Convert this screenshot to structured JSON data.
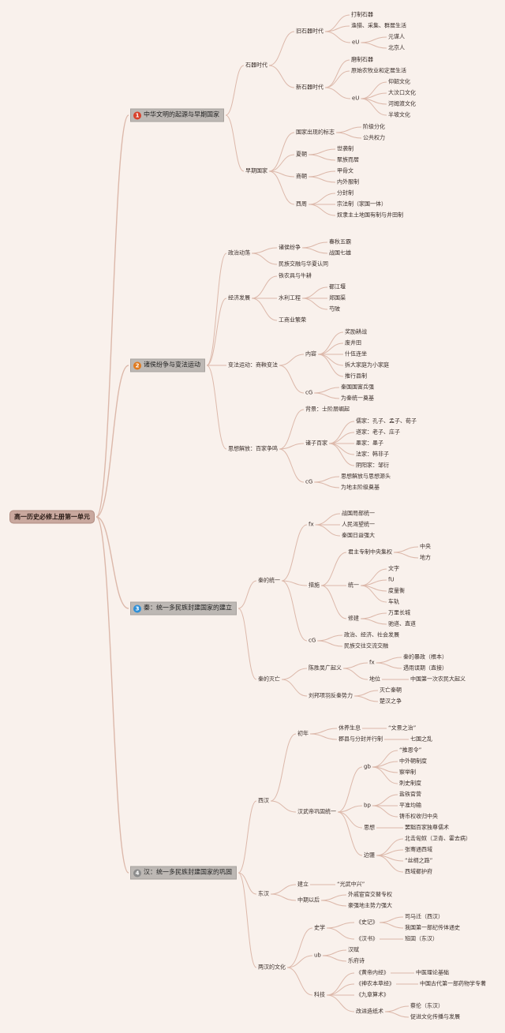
{
  "root": "高一历史必修上册第一单元",
  "colors": {
    "line": "#dcb8aa",
    "background": "#f9f1ec",
    "badge_1": "#d9412b",
    "badge_2": "#e07a1f",
    "badge_3": "#2f8fd6",
    "badge_4": "#8c8c8c"
  },
  "branches": [
    {
      "badge": "1",
      "label": "中华文明的起源与早期国家"
    },
    {
      "badge": "2",
      "label": "诸侯纷争与变法运动"
    },
    {
      "badge": "3",
      "label": "秦：统一多民族封建国家的建立"
    },
    {
      "badge": "4",
      "label": "汉：统一多民族封建国家的巩固"
    }
  ],
  "nodes": {
    "b1": {
      "stone": "石器时代",
      "paleo": "旧石器时代",
      "paleo_1": "打制石器",
      "paleo_2": "渔猎、采集、群居生活",
      "paleo_eg": "eU",
      "paleo_eg_1": "元谋人",
      "paleo_eg_2": "北京人",
      "neo": "新石器时代",
      "neo_1": "磨制石器",
      "neo_2": "原始农牧业和定居生活",
      "neo_eg": "eU",
      "neo_eg_1": "仰韶文化",
      "neo_eg_2": "大汶口文化",
      "neo_eg_3": "河姆渡文化",
      "neo_eg_4": "半坡文化",
      "early": "早期国家",
      "sign": "国家出现的标志",
      "sign_1": "阶级分化",
      "sign_2": "公共权力",
      "xia": "夏朝",
      "xia_1": "世袭制",
      "xia_2": "聚族而居",
      "shang": "商朝",
      "shang_1": "甲骨文",
      "shang_2": "内外服制",
      "zhou": "西周",
      "zhou_1": "分封制",
      "zhou_2": "宗法制（家国一体）",
      "zhou_3": "奴隶主土地国有制与井田制"
    },
    "b2": {
      "pol": "政治动荡",
      "war": "诸侯纷争",
      "war_1": "春秋五霸",
      "war_2": "战国七雄",
      "pol_2": "民族交融与华夏认同",
      "eco": "经济发展",
      "eco_1": "铁农具与牛耕",
      "water": "水利工程",
      "water_1": "都江堰",
      "water_2": "郑国渠",
      "water_3": "芍陂",
      "eco_3": "工商业繁荣",
      "reform": "变法运动：商鞅变法",
      "content": "内容",
      "c_1": "奖励耕战",
      "c_2": "废井田",
      "c_3": "什伍连坐",
      "c_4": "拆大家庭为小家庭",
      "c_5": "推行县制",
      "eff": "cG",
      "eff_1": "秦国国富兵强",
      "eff_2": "为秦统一奠基",
      "thought": "思想解放：百家争鸣",
      "bg": "背景：士阶层崛起",
      "schools": "诸子百家",
      "s_1": "儒家：孔子、孟子、荀子",
      "s_2": "道家：老子、庄子",
      "s_3": "墨家：墨子",
      "s_4": "法家：韩非子",
      "s_5": "阴阳家：邹衍",
      "t_eff": "cG",
      "t_eff_1": "思想解放与思想源头",
      "t_eff_2": "为地主阶级奠基"
    },
    "b3": {
      "unify": "秦的统一",
      "cond": "fx",
      "cond_1": "战国局部统一",
      "cond_2": "人民渴望统一",
      "cond_3": "秦国日益强大",
      "meas": "措施",
      "autoc": "君主专制中央集权",
      "autoc_1": "中央",
      "autoc_2": "地方",
      "uni": "统一",
      "uni_1": "文字",
      "uni_2": "fU",
      "uni_3": "度量衡",
      "uni_4": "车轨",
      "build": "修建",
      "build_1": "万里长城",
      "build_2": "驰道、直道",
      "ueff": "cG",
      "ueff_1": "政治、经济、社会发展",
      "ueff_2": "民族交往交流交融",
      "fall": "秦的灭亡",
      "revolt": "陈胜吴广起义",
      "rcause": "fx",
      "rcause_1": "秦的暴政（根本）",
      "rcause_2": "遇雨误期（直接）",
      "status": "地位",
      "status_1": "中国第一次农民大起义",
      "liu": "刘邦项羽反秦势力",
      "liu_1": "灭亡秦朝",
      "liu_2": "楚汉之争"
    },
    "b4": {
      "west": "西汉",
      "early": "初年",
      "rest": "休养生息",
      "rest_1": "“文景之治”",
      "jx": "郡县与分封并行制",
      "jx_1": "七国之乱",
      "wu": "汉武帝巩固统一",
      "gb": "gb",
      "gb_1": "“推恩令”",
      "gb_2": "中外朝制度",
      "gb_3": "察举制",
      "gb_4": "刺史制度",
      "bp": "bp",
      "bp_1": "盐铁官营",
      "bp_2": "平准均输",
      "bp_3": "铸币权收归中央",
      "idea": "思想",
      "idea_1": "罢黜百家独尊儒术",
      "front": "边疆",
      "front_1": "北击匈奴（卫青、霍去病）",
      "front_2": "张骞通西域",
      "front_3": "“丝绸之路”",
      "front_4": "西域都护府",
      "east": "东汉",
      "found": "建立",
      "found_1": "“光武中兴”",
      "mid": "中期以后",
      "mid_1": "外戚宦官交替专权",
      "mid_2": "豪强地主势力强大",
      "culture": "两汉的文化",
      "hist": "史学",
      "hist_1": "《史记》",
      "hist_1a": "司马迁（西汉）",
      "hist_1b": "我国第一部纪传体通史",
      "hist_2": "《汉书》",
      "hist_2a": "班固（东汉）",
      "ub": "ub",
      "ub_1": "汉赋",
      "ub_2": "乐府诗",
      "sci": "科技",
      "sci_1": "《黄帝内经》",
      "sci_1a": "中医理论基础",
      "sci_2": "《神农本草经》",
      "sci_2a": "中国古代第一部药物学专著",
      "sci_3": "《九章算术》",
      "paper": "改进造纸术",
      "paper_1": "蔡伦（东汉）",
      "paper_2": "促进文化传播与发展"
    }
  }
}
